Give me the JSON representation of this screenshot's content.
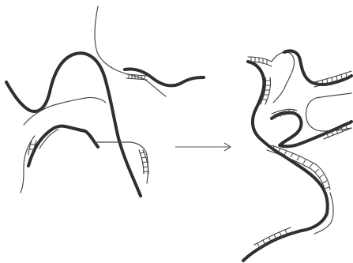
{
  "figure": {
    "panels": [
      {
        "id": "before"
      },
      {
        "id": "after"
      }
    ],
    "arrow": {
      "direction": "right"
    },
    "colors": {
      "background": "#ffffff",
      "ink_thick": "#2f2f2f",
      "ink_thin": "#4a4a4a"
    }
  }
}
